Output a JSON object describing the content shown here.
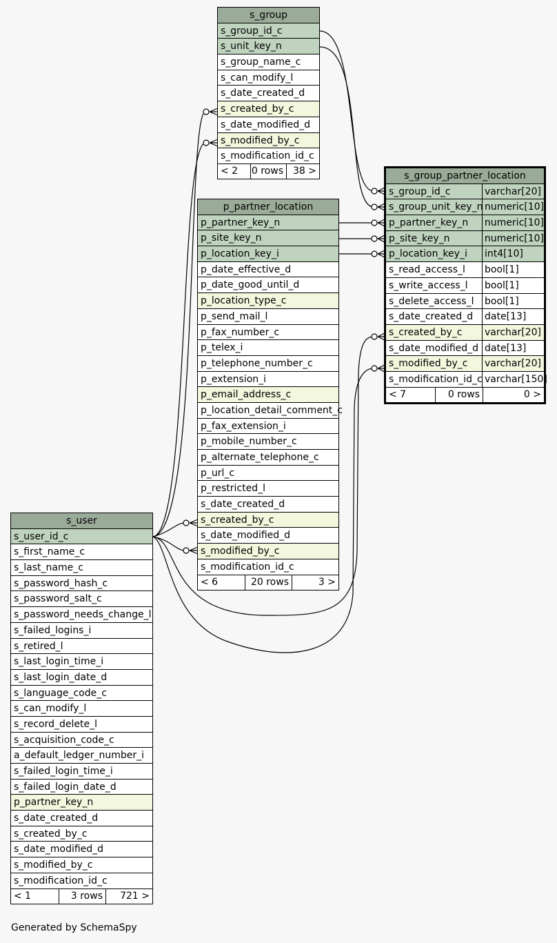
{
  "footer_text": "Generated by SchemaSpy",
  "tables": {
    "s_group": {
      "name": "s_group",
      "columns": [
        {
          "name": "s_group_id_c",
          "kind": "pk"
        },
        {
          "name": "s_unit_key_n",
          "kind": "pk"
        },
        {
          "name": "s_group_name_c",
          "kind": "std"
        },
        {
          "name": "s_can_modify_l",
          "kind": "std"
        },
        {
          "name": "s_date_created_d",
          "kind": "std"
        },
        {
          "name": "s_created_by_c",
          "kind": "fk"
        },
        {
          "name": "s_date_modified_d",
          "kind": "std"
        },
        {
          "name": "s_modified_by_c",
          "kind": "fk"
        },
        {
          "name": "s_modification_id_c",
          "kind": "std"
        }
      ],
      "footer": {
        "left": "< 2",
        "mid": "0 rows",
        "right": "38 >"
      }
    },
    "p_partner_location": {
      "name": "p_partner_location",
      "columns": [
        {
          "name": "p_partner_key_n",
          "kind": "pk"
        },
        {
          "name": "p_site_key_n",
          "kind": "pk"
        },
        {
          "name": "p_location_key_i",
          "kind": "pk"
        },
        {
          "name": "p_date_effective_d",
          "kind": "std"
        },
        {
          "name": "p_date_good_until_d",
          "kind": "std"
        },
        {
          "name": "p_location_type_c",
          "kind": "fk"
        },
        {
          "name": "p_send_mail_l",
          "kind": "std"
        },
        {
          "name": "p_fax_number_c",
          "kind": "std"
        },
        {
          "name": "p_telex_i",
          "kind": "std"
        },
        {
          "name": "p_telephone_number_c",
          "kind": "std"
        },
        {
          "name": "p_extension_i",
          "kind": "std"
        },
        {
          "name": "p_email_address_c",
          "kind": "fk"
        },
        {
          "name": "p_location_detail_comment_c",
          "kind": "std"
        },
        {
          "name": "p_fax_extension_i",
          "kind": "std"
        },
        {
          "name": "p_mobile_number_c",
          "kind": "std"
        },
        {
          "name": "p_alternate_telephone_c",
          "kind": "std"
        },
        {
          "name": "p_url_c",
          "kind": "std"
        },
        {
          "name": "p_restricted_l",
          "kind": "std"
        },
        {
          "name": "s_date_created_d",
          "kind": "std"
        },
        {
          "name": "s_created_by_c",
          "kind": "fk"
        },
        {
          "name": "s_date_modified_d",
          "kind": "std"
        },
        {
          "name": "s_modified_by_c",
          "kind": "fk"
        },
        {
          "name": "s_modification_id_c",
          "kind": "std"
        }
      ],
      "footer": {
        "left": "< 6",
        "mid": "20 rows",
        "right": "3 >"
      }
    },
    "s_group_partner_location": {
      "name": "s_group_partner_location",
      "columns": [
        {
          "name": "s_group_id_c",
          "type": "varchar[20]",
          "kind": "pk"
        },
        {
          "name": "s_group_unit_key_n",
          "type": "numeric[10]",
          "kind": "pk"
        },
        {
          "name": "p_partner_key_n",
          "type": "numeric[10]",
          "kind": "pk"
        },
        {
          "name": "p_site_key_n",
          "type": "numeric[10]",
          "kind": "pk"
        },
        {
          "name": "p_location_key_i",
          "type": "int4[10]",
          "kind": "pk"
        },
        {
          "name": "s_read_access_l",
          "type": "bool[1]",
          "kind": "std"
        },
        {
          "name": "s_write_access_l",
          "type": "bool[1]",
          "kind": "std"
        },
        {
          "name": "s_delete_access_l",
          "type": "bool[1]",
          "kind": "std"
        },
        {
          "name": "s_date_created_d",
          "type": "date[13]",
          "kind": "std"
        },
        {
          "name": "s_created_by_c",
          "type": "varchar[20]",
          "kind": "fk"
        },
        {
          "name": "s_date_modified_d",
          "type": "date[13]",
          "kind": "std"
        },
        {
          "name": "s_modified_by_c",
          "type": "varchar[20]",
          "kind": "fk"
        },
        {
          "name": "s_modification_id_c",
          "type": "varchar[150]",
          "kind": "std"
        }
      ],
      "footer": {
        "left": "< 7",
        "mid": "0 rows",
        "right": "0 >"
      }
    },
    "s_user": {
      "name": "s_user",
      "columns": [
        {
          "name": "s_user_id_c",
          "kind": "pk"
        },
        {
          "name": "s_first_name_c",
          "kind": "std"
        },
        {
          "name": "s_last_name_c",
          "kind": "std"
        },
        {
          "name": "s_password_hash_c",
          "kind": "std"
        },
        {
          "name": "s_password_salt_c",
          "kind": "std"
        },
        {
          "name": "s_password_needs_change_l",
          "kind": "std"
        },
        {
          "name": "s_failed_logins_i",
          "kind": "std"
        },
        {
          "name": "s_retired_l",
          "kind": "std"
        },
        {
          "name": "s_last_login_time_i",
          "kind": "std"
        },
        {
          "name": "s_last_login_date_d",
          "kind": "std"
        },
        {
          "name": "s_language_code_c",
          "kind": "std"
        },
        {
          "name": "s_can_modify_l",
          "kind": "std"
        },
        {
          "name": "s_record_delete_l",
          "kind": "std"
        },
        {
          "name": "s_acquisition_code_c",
          "kind": "std"
        },
        {
          "name": "a_default_ledger_number_i",
          "kind": "std"
        },
        {
          "name": "s_failed_login_time_i",
          "kind": "std"
        },
        {
          "name": "s_failed_login_date_d",
          "kind": "std"
        },
        {
          "name": "p_partner_key_n",
          "kind": "fk"
        },
        {
          "name": "s_date_created_d",
          "kind": "std"
        },
        {
          "name": "s_created_by_c",
          "kind": "std"
        },
        {
          "name": "s_date_modified_d",
          "kind": "std"
        },
        {
          "name": "s_modified_by_c",
          "kind": "std"
        },
        {
          "name": "s_modification_id_c",
          "kind": "std"
        }
      ],
      "footer": {
        "left": "< 1",
        "mid": "3 rows",
        "right": "721 >"
      }
    }
  }
}
